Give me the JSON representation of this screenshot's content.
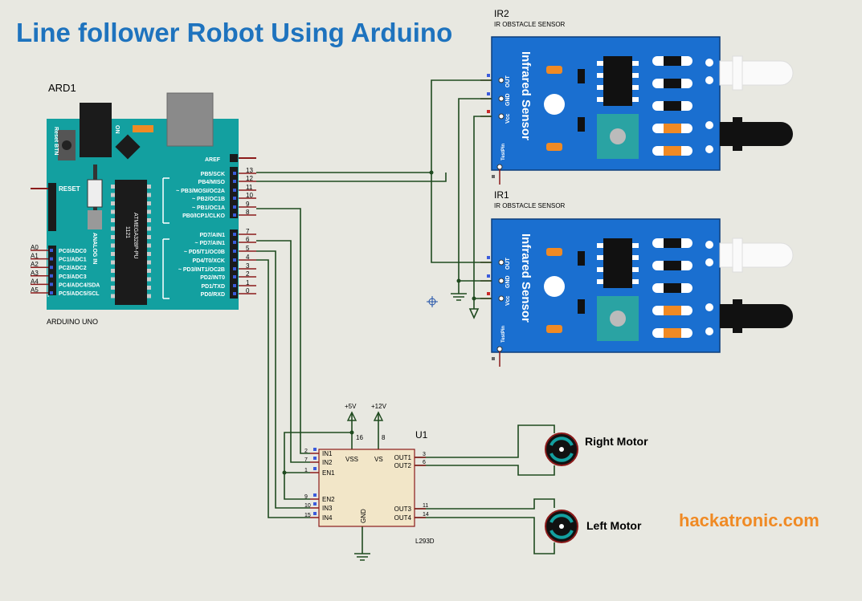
{
  "title": "Line follower Robot Using Arduino",
  "brand": "hackatronic.com",
  "arduino": {
    "ref": "ARD1",
    "name": "ARDUINO UNO",
    "reset_btn": "Reset BTN",
    "on": "ON",
    "reset": "RESET",
    "analog_in": "ANALOG IN",
    "chip_id": "1121",
    "chip": "ATMEGA328P-PU",
    "aref": "AREF",
    "digital_pins": [
      {
        "label": "PB5/SCK",
        "num": "13"
      },
      {
        "label": "PB4/MISO",
        "num": "12"
      },
      {
        "label": "~ PB3/MOSI/OC2A",
        "num": "11"
      },
      {
        "label": "~ PB2/OC1B",
        "num": "10"
      },
      {
        "label": "~ PB1/OC1A",
        "num": "9"
      },
      {
        "label": "PB0/ICP1/CLKO",
        "num": "8"
      },
      {
        "label": "PD7/AIN1",
        "num": "7"
      },
      {
        "label": "~ PD7/AIN1",
        "num": "6"
      },
      {
        "label": "~ PD5/T1/OC0B",
        "num": "5"
      },
      {
        "label": "PD4/T0/XCK",
        "num": "4"
      },
      {
        "label": "~ PD3/INT1/OC2B",
        "num": "3"
      },
      {
        "label": "PD2/INT0",
        "num": "2"
      },
      {
        "label": "PD1/TXD",
        "num": "1"
      },
      {
        "label": "PD0/RXD",
        "num": "0"
      }
    ],
    "analog_pins": [
      {
        "label": "PC0/ADC0",
        "num": "A0"
      },
      {
        "label": "PC1/ADC1",
        "num": "A1"
      },
      {
        "label": "PC2/ADC2",
        "num": "A2"
      },
      {
        "label": "PC3/ADC3",
        "num": "A3"
      },
      {
        "label": "PC4/ADC4/SDA",
        "num": "A4"
      },
      {
        "label": "PC5/ADC5/SCL",
        "num": "A5"
      }
    ]
  },
  "ir2": {
    "ref": "IR2",
    "name": "IR OBSTACLE SENSOR",
    "label": "Infrared Sensor",
    "pins": [
      "OUT",
      "GND",
      "Vcc"
    ],
    "test": "TestPin"
  },
  "ir1": {
    "ref": "IR1",
    "name": "IR OBSTACLE SENSOR",
    "label": "Infrared Sensor",
    "pins": [
      "OUT",
      "GND",
      "Vcc"
    ],
    "test": "TestPin"
  },
  "driver": {
    "ref": "U1",
    "name": "L293D",
    "left_pins": [
      {
        "label": "IN1",
        "num": "2"
      },
      {
        "label": "IN2",
        "num": "7"
      },
      {
        "label": "EN1",
        "num": "1"
      },
      {
        "label": "EN2",
        "num": "9"
      },
      {
        "label": "IN3",
        "num": "10"
      },
      {
        "label": "IN4",
        "num": "15"
      }
    ],
    "right_pins": [
      {
        "label": "OUT1",
        "num": "3"
      },
      {
        "label": "OUT2",
        "num": "6"
      },
      {
        "label": "OUT3",
        "num": "11"
      },
      {
        "label": "OUT4",
        "num": "14"
      }
    ],
    "vss": "VSS",
    "vs": "VS",
    "gnd": "GND",
    "vss_pin": "16",
    "vs_pin": "8",
    "plus5": "+5V",
    "plus12": "+12V"
  },
  "motors": {
    "right": "Right Motor",
    "left": "Left Motor"
  },
  "colors": {
    "title": "#1e73be",
    "brand": "#f08a24",
    "board": "#13a0a0",
    "sensor": "#1a6fd0",
    "wire": "#1f4a1f",
    "pin": "#8b1a1a"
  }
}
